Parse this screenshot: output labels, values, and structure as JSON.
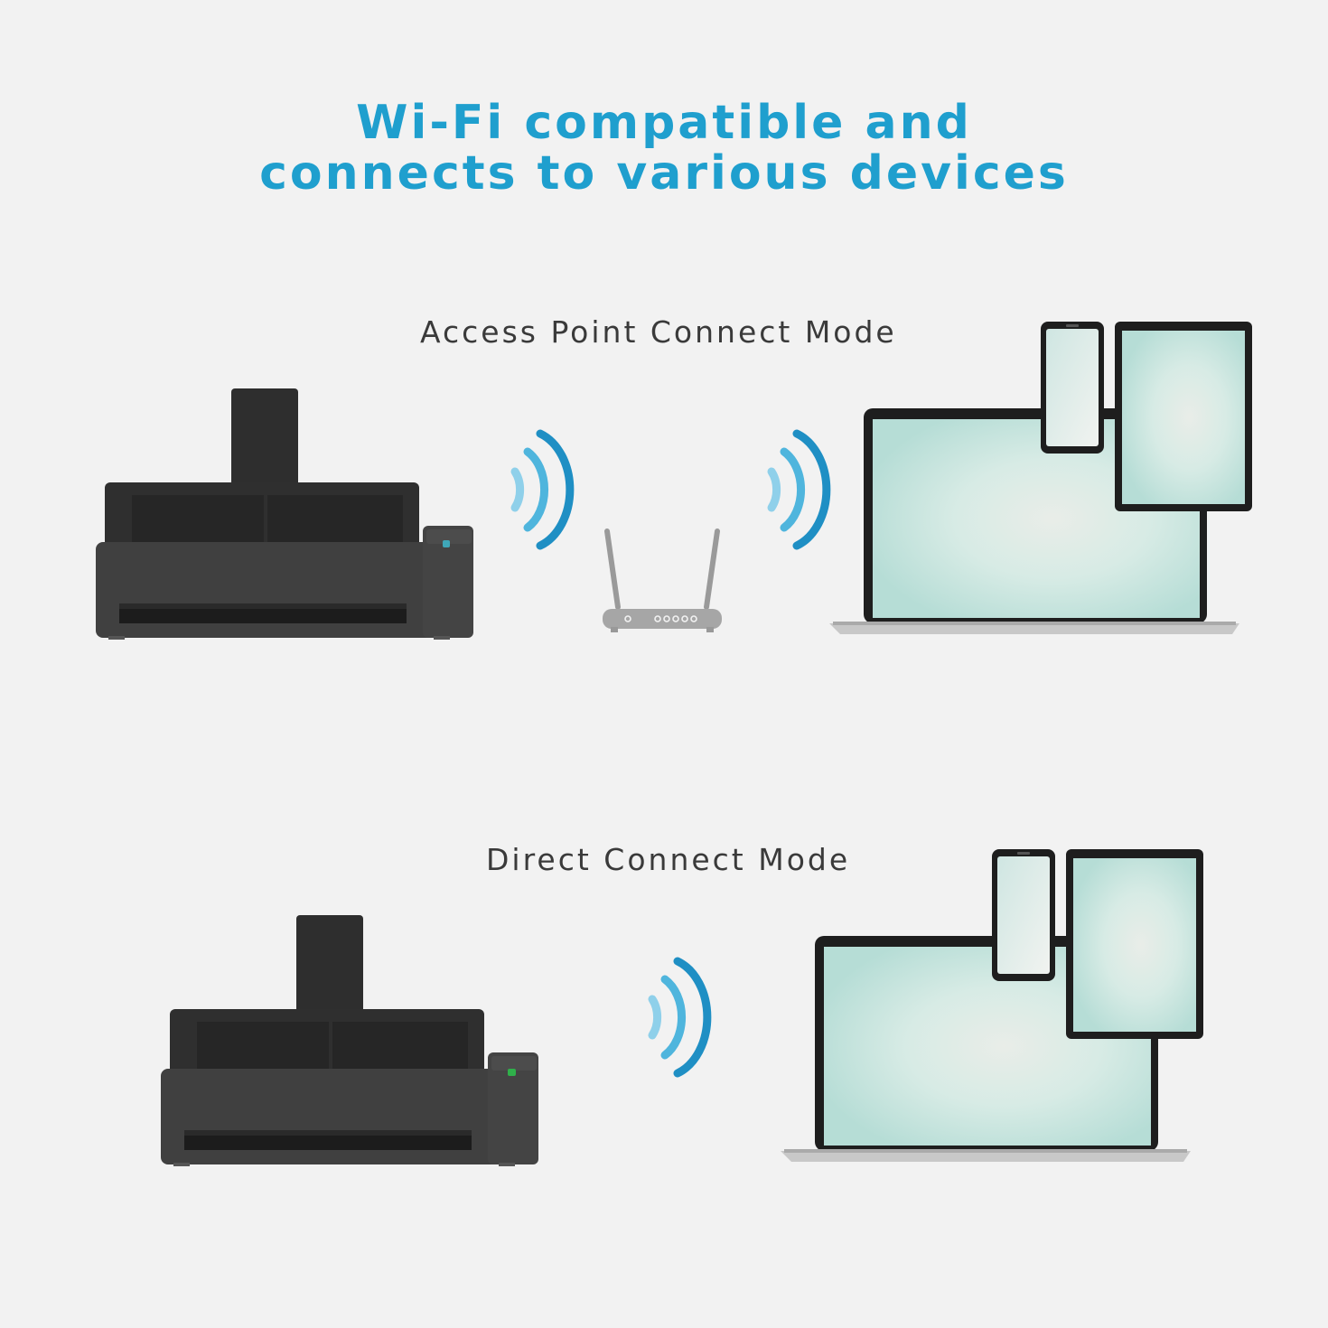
{
  "title": {
    "line1": "Wi-Fi compatible and",
    "line2": "connects to various devices"
  },
  "modes": [
    {
      "label": "Access Point Connect Mode"
    },
    {
      "label": "Direct Connect Mode"
    }
  ],
  "colors": {
    "accent": "#1f9fce",
    "wave_light": "#8fd0ea",
    "scanner": "#3b3b3b",
    "screen": "#bfe0db",
    "background": "#f2f2f2"
  },
  "icons": [
    "scanner-icon",
    "wifi-waves-icon",
    "router-icon",
    "laptop-icon",
    "smartphone-icon",
    "tablet-icon"
  ]
}
